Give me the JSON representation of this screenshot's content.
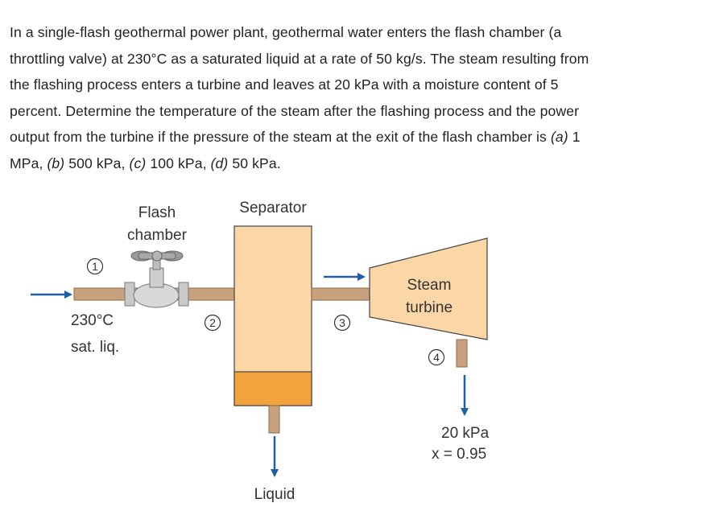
{
  "problem": {
    "lines": [
      "In a single-flash geothermal power plant, geothermal water enters the flash chamber (a",
      "throttling valve) at 230°C as a saturated liquid at a rate of 50 kg/s. The steam resulting from",
      "the flashing process enters a turbine and leaves at 20 kPa with a moisture content of 5",
      "percent. Determine the temperature of the steam after the flashing process and the power",
      "output from the turbine if the pressure of the steam at the exit of the flash chamber is ",
      "MPa, ",
      "500 kPa, ",
      "100 kPa, ",
      "50 kPa."
    ],
    "parts": [
      "(a)",
      "(b)",
      "(c)",
      "(d)"
    ],
    "line5_tail": "1"
  },
  "diagram": {
    "flash_label_1": "Flash",
    "flash_label_2": "chamber",
    "separator_label": "Separator",
    "turbine_label_1": "Steam",
    "turbine_label_2": "turbine",
    "state_1": "1",
    "state_2": "2",
    "state_3": "3",
    "state_4": "4",
    "inlet_temp": "230°C",
    "inlet_state": "sat. liq.",
    "exit_pressure": "20 kPa",
    "exit_quality": "x = 0.95",
    "liquid_label": "Liquid",
    "colors": {
      "vessel_fill": "#fbd7a8",
      "liquid_fill": "#f3a33d",
      "pipe_fill": "#c8a27e",
      "arrow": "#1f5fa8"
    }
  }
}
